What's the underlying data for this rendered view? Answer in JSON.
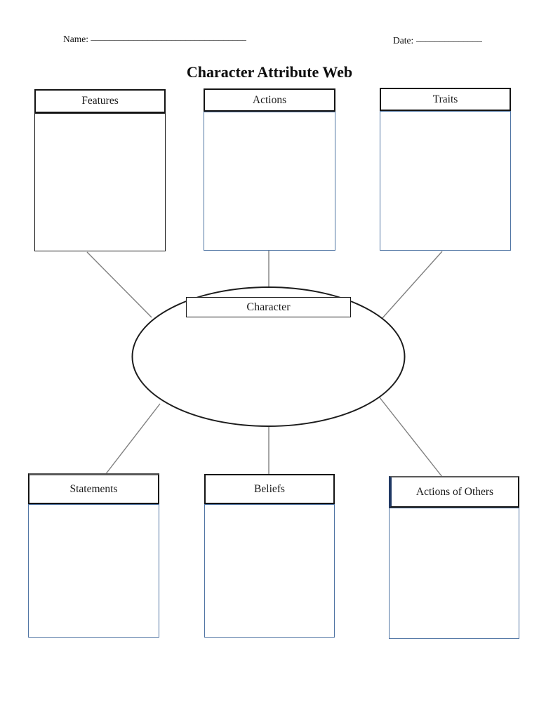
{
  "page": {
    "name_label": "Name:",
    "name_blank": "_________________________________",
    "date_label": "Date:",
    "date_blank": "______________",
    "title": "Character Attribute Web"
  },
  "web": {
    "center_label": "Character",
    "nodes": [
      {
        "id": "features",
        "label": "Features"
      },
      {
        "id": "actions",
        "label": "Actions"
      },
      {
        "id": "traits",
        "label": "Traits"
      },
      {
        "id": "statements",
        "label": "Statements"
      },
      {
        "id": "beliefs",
        "label": "Beliefs"
      },
      {
        "id": "actions-of-others",
        "label": "Actions of Others"
      }
    ]
  },
  "colors": {
    "box_blue_border": "#4f74a3",
    "box_black_border": "#1a1a1a",
    "connector_gray": "#7f7f7f",
    "ellipse_stroke": "#1c1c1c",
    "navy_accent": "#1f3864",
    "header_gray_edge": "#595959",
    "page_background": "#ffffff"
  }
}
